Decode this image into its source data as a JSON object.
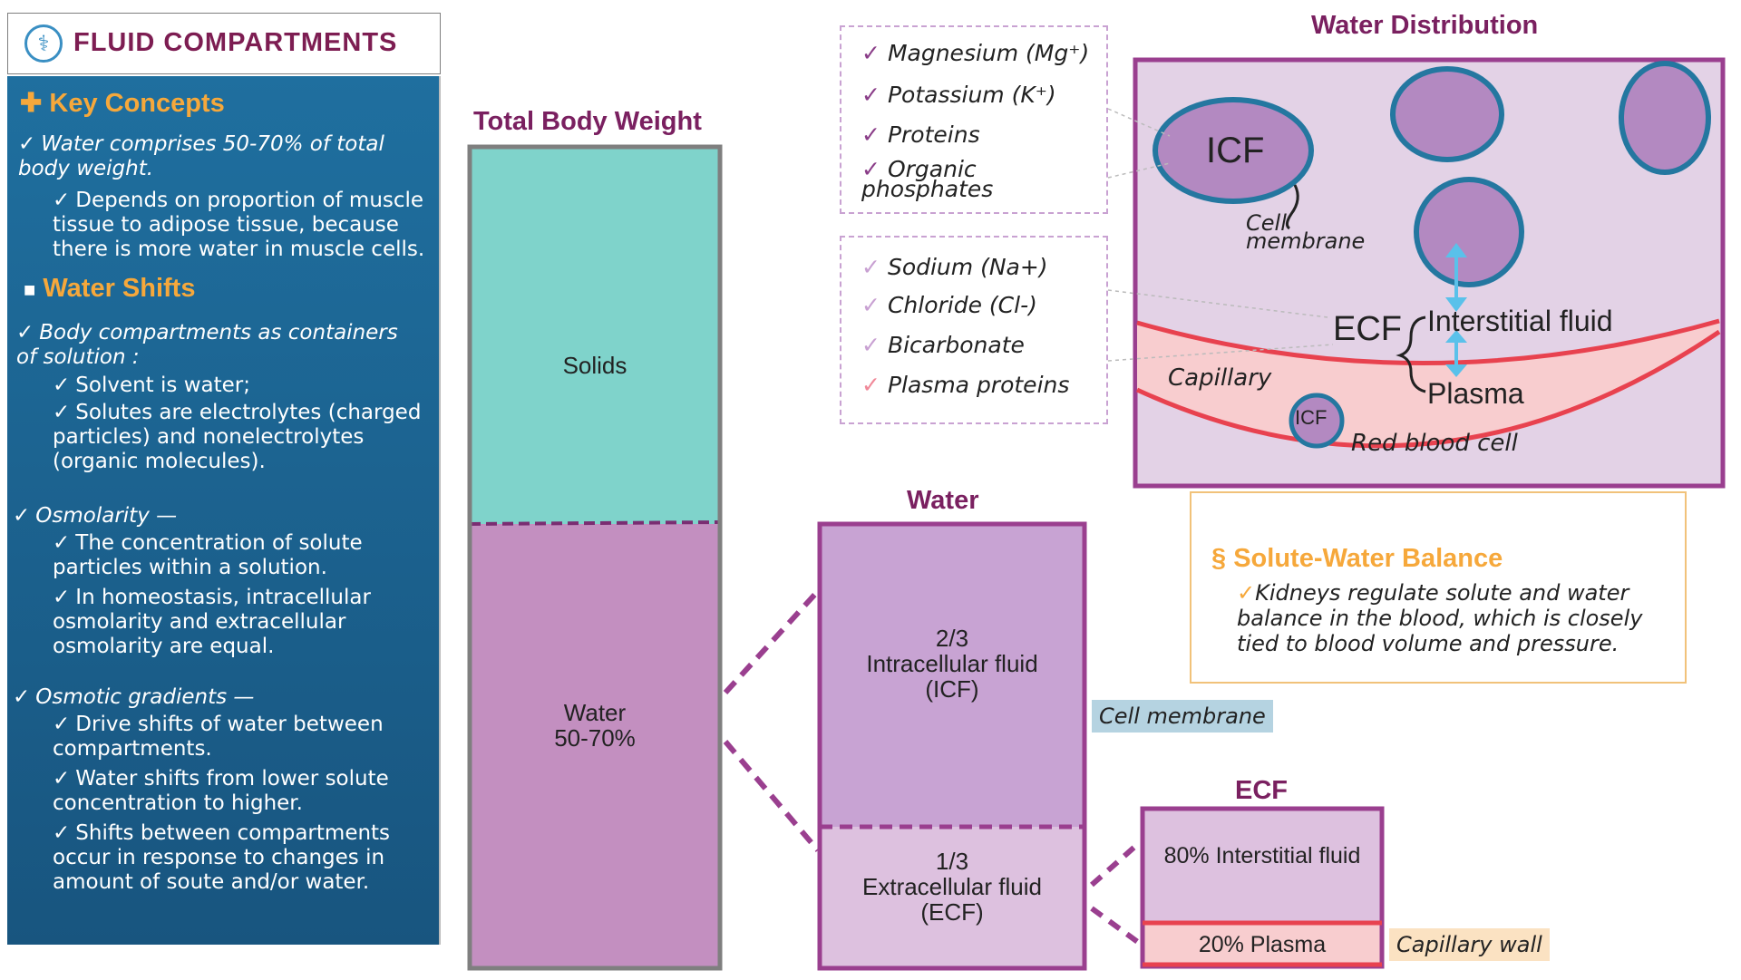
{
  "header": {
    "title": "FLUID COMPARTMENTS"
  },
  "key_concepts": {
    "heading": "Key Concepts",
    "items": [
      {
        "text": "Water comprises 50-70% of total body weight."
      },
      {
        "text": "Depends on proportion of muscle tissue to adipose tissue, because there is more water in muscle cells."
      }
    ]
  },
  "water_shifts": {
    "heading": "Water Shifts",
    "items": [
      "Body compartments as containers of solution :",
      "Solvent is water;",
      "Solutes are electrolytes (charged particles) and nonelectrolytes (organic molecules).",
      "Osmolarity —",
      "The concentration of solute particles within a solution.",
      "In homeostasis, intracellular osmolarity and extracellular osmolarity are equal.",
      "Osmotic gradients —",
      "Drive shifts of water between compartments.",
      "Water shifts from lower solute concentration to higher.",
      "Shifts between compartments occur in response to changes in amount of soute and/or water."
    ]
  },
  "total_body_weight": {
    "heading": "Total Body Weight",
    "solids": "Solids",
    "water_label": "Water",
    "water_pct": "50-70%"
  },
  "water": {
    "heading": "Water",
    "icf_frac": "2/3",
    "icf_name": "Intracellular fluid",
    "icf_abbr": "(ICF)",
    "ecf_frac": "1/3",
    "ecf_name": "Extracellular fluid",
    "ecf_abbr": "(ECF)",
    "cell_membrane_tag": "Cell membrane"
  },
  "ecf": {
    "heading": "ECF",
    "interstitial": "80% Interstitial fluid",
    "plasma": "20% Plasma",
    "capillary_wall_tag": "Capillary wall"
  },
  "icf_ions": [
    "Magnesium (Mg⁺)",
    "Potassium (K⁺)",
    "Proteins",
    "Organic phosphates"
  ],
  "ecf_ions": [
    "Sodium (Na+)",
    "Chloride (Cl-)",
    "Bicarbonate",
    "Plasma proteins"
  ],
  "distribution": {
    "heading": "Water Distribution",
    "icf": "ICF",
    "cell_membrane": "Cell membrane",
    "ecf": "ECF",
    "interstitial": "Interstitial fluid",
    "plasma": "Plasma",
    "capillary": "Capillary",
    "rbc_icf": "ICF",
    "rbc": "Red blood cell"
  },
  "balance": {
    "heading": "Solute-Water Balance",
    "text": "Kidneys  regulate solute and water balance in the blood, which is closely tied to blood volume and pressure."
  },
  "colors": {
    "solids": "#7fd3cb",
    "water": "#c38fc0",
    "icf_box": "#c8a3d3",
    "ecf_box": "#ddc1df",
    "border_purple": "#9a3f8f",
    "capillary": "#f8cdcf",
    "capillary_line": "#e8424f",
    "cell_fill": "#b389c1",
    "cell_outline": "#2477a0",
    "panel": "#1d6595",
    "accent_orange": "#f6a83b"
  }
}
